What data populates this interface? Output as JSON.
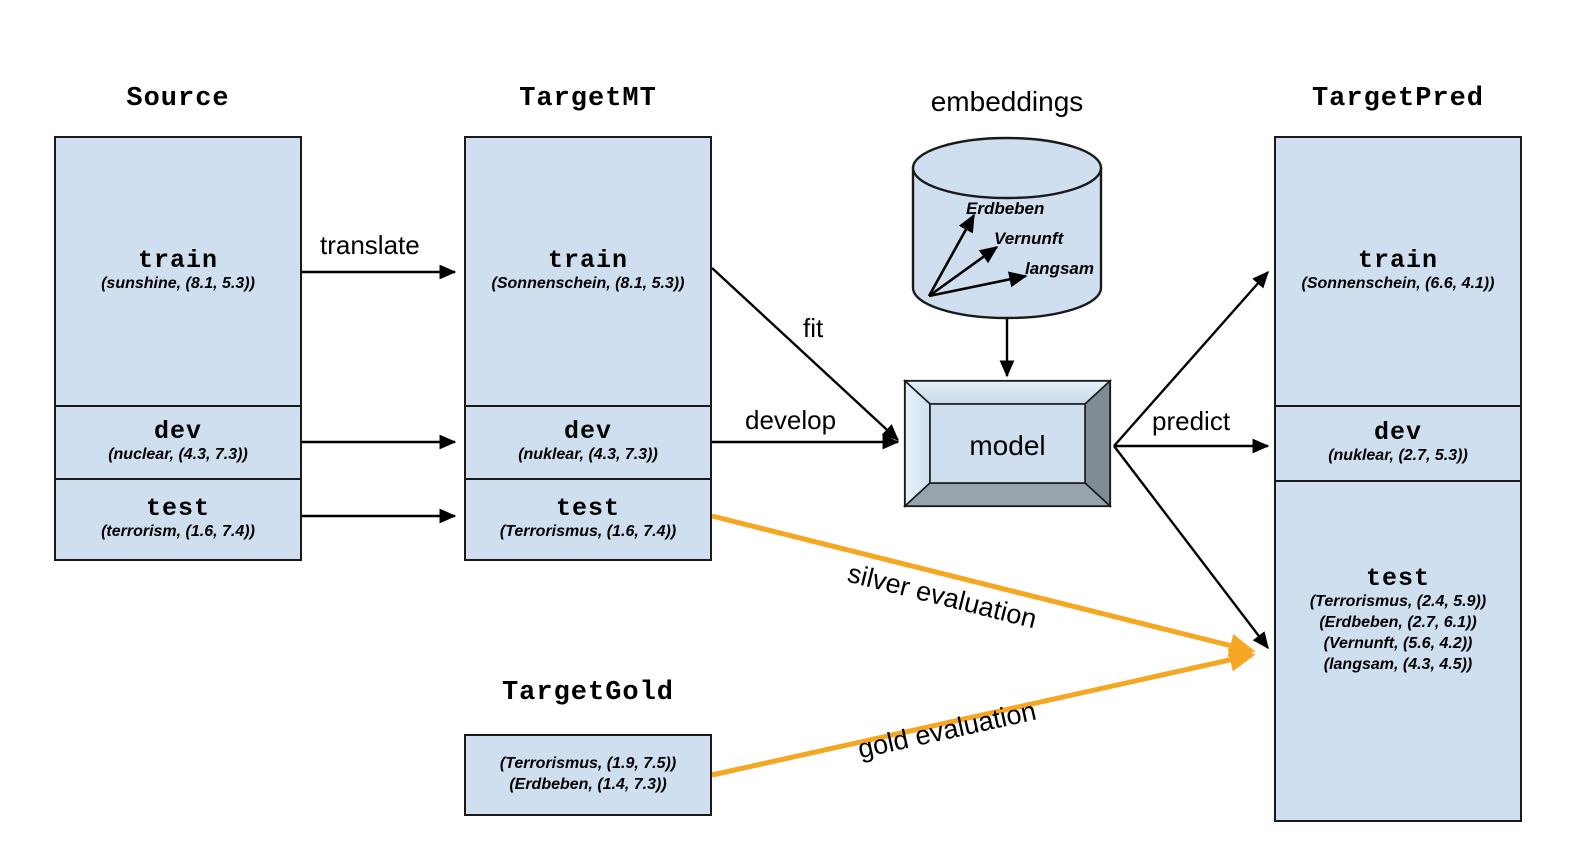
{
  "diagram": {
    "title": "MT-based cross-lingual word embedding evaluation pipeline",
    "colors": {
      "box_fill": "#cfdfef",
      "box_stroke": "#1a1a1a",
      "evaluation_arrow": "#f5a623",
      "default_arrow": "#000000",
      "model_bevel_light": "#dce9f5",
      "model_bevel_dark": "#7f8c96"
    }
  },
  "columns": {
    "source": {
      "title": "Source",
      "cells": [
        {
          "name": "train",
          "entries": [
            "(sunshine, (8.1, 5.3))"
          ]
        },
        {
          "name": "dev",
          "entries": [
            "(nuclear, (4.3, 7.3))"
          ]
        },
        {
          "name": "test",
          "entries": [
            "(terrorism, (1.6, 7.4))"
          ]
        }
      ]
    },
    "target_mt": {
      "title": "TargetMT",
      "cells": [
        {
          "name": "train",
          "entries": [
            "(Sonnenschein, (8.1, 5.3))"
          ]
        },
        {
          "name": "dev",
          "entries": [
            "(nuklear, (4.3, 7.3))"
          ]
        },
        {
          "name": "test",
          "entries": [
            "(Terrorismus, (1.6, 7.4))"
          ]
        }
      ]
    },
    "target_pred": {
      "title": "TargetPred",
      "cells": [
        {
          "name": "train",
          "entries": [
            "(Sonnenschein, (6.6, 4.1))"
          ]
        },
        {
          "name": "dev",
          "entries": [
            "(nuklear, (2.7, 5.3))"
          ]
        },
        {
          "name": "test",
          "entries": [
            "(Terrorismus, (2.4, 5.9))",
            "(Erdbeben, (2.7, 6.1))",
            "(Vernunft, (5.6, 4.2))",
            "(langsam, (4.3, 4.5))"
          ]
        }
      ]
    },
    "target_gold": {
      "title": "TargetGold",
      "cells": [
        {
          "name": "",
          "entries": [
            "(Terrorismus, (1.9, 7.5))",
            "(Erdbeben, (1.4, 7.3))"
          ]
        }
      ]
    }
  },
  "embeddings": {
    "title": "embeddings",
    "words": [
      "Erdbeben",
      "Vernunft",
      "langsam"
    ]
  },
  "model": {
    "label": "model"
  },
  "edges": [
    {
      "id": "translate-train",
      "label": "translate",
      "from": "source.train",
      "to": "target_mt.train"
    },
    {
      "id": "translate-dev",
      "label": "",
      "from": "source.dev",
      "to": "target_mt.dev"
    },
    {
      "id": "translate-test",
      "label": "",
      "from": "source.test",
      "to": "target_mt.test"
    },
    {
      "id": "fit",
      "label": "fit",
      "from": "target_mt.train",
      "to": "model"
    },
    {
      "id": "develop",
      "label": "develop",
      "from": "target_mt.dev",
      "to": "model"
    },
    {
      "id": "embeddings-to-model",
      "label": "",
      "from": "embeddings",
      "to": "model"
    },
    {
      "id": "predict",
      "label": "predict",
      "from": "model",
      "to": "target_pred"
    },
    {
      "id": "silver-evaluation",
      "label": "silver evaluation",
      "from": "target_mt.test",
      "to": "target_pred.test"
    },
    {
      "id": "gold-evaluation",
      "label": "gold evaluation",
      "from": "target_gold",
      "to": "target_pred.test"
    }
  ]
}
